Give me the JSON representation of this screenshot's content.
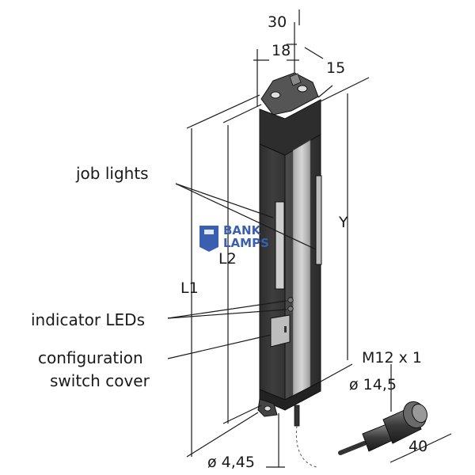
{
  "labels": {
    "job_lights": "job lights",
    "indicator_leds": "indicator LEDs",
    "config_line1": "configuration",
    "config_line2": "switch cover"
  },
  "dimensions": {
    "d30": "30",
    "d18": "18",
    "d15": "15",
    "y": "Y",
    "l1": "L1",
    "l2": "L2",
    "thread": "M12 x 1",
    "dia_connector": "ø 14,5",
    "d40": "40",
    "dia_hole": "ø 4,45"
  },
  "watermark": {
    "line1": "BANK",
    "line2": "LAMPS"
  },
  "colors": {
    "body_dark": "#3a3a3a",
    "body_mid": "#5a5a5a",
    "body_light": "#9a9a9a",
    "stripe": "#c8c8c8",
    "brand": "#3b5fb0"
  }
}
